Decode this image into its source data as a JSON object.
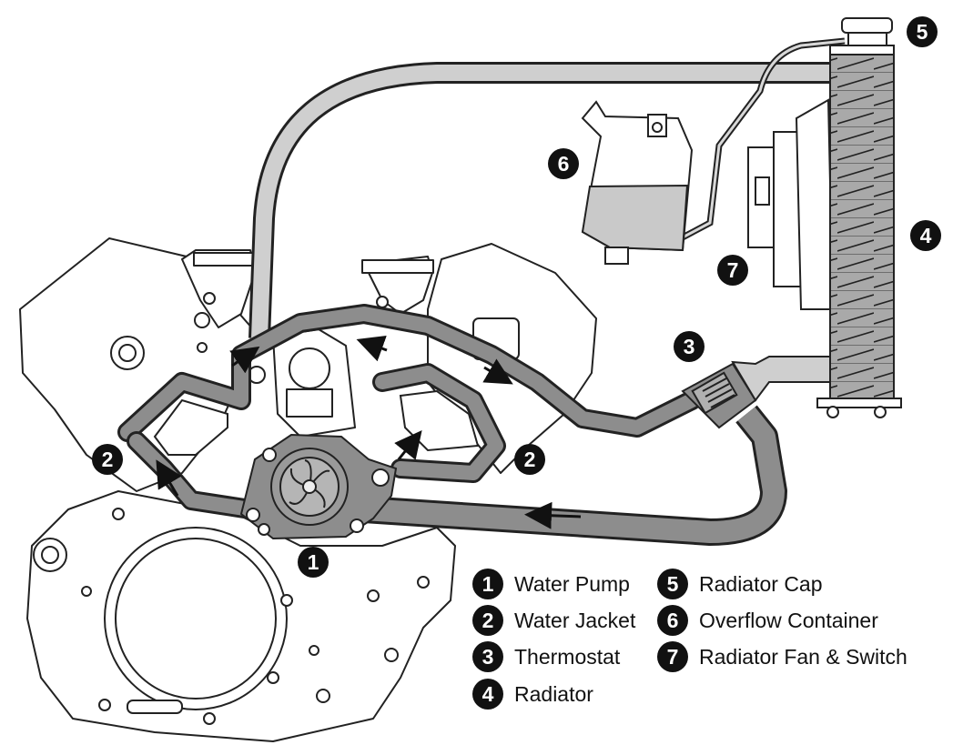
{
  "callouts": [
    {
      "number": "1"
    },
    {
      "number": "2"
    },
    {
      "number": "2"
    },
    {
      "number": "3"
    },
    {
      "number": "4"
    },
    {
      "number": "5"
    },
    {
      "number": "6"
    },
    {
      "number": "7"
    }
  ],
  "legend": [
    {
      "number": "1",
      "label": "Water Pump"
    },
    {
      "number": "2",
      "label": "Water Jacket"
    },
    {
      "number": "3",
      "label": "Thermostat"
    },
    {
      "number": "4",
      "label": "Radiator"
    },
    {
      "number": "5",
      "label": "Radiator Cap"
    },
    {
      "number": "6",
      "label": "Overflow Container"
    },
    {
      "number": "7",
      "label": "Radiator Fan & Switch"
    }
  ],
  "colors": {
    "hose_fill": "#8d8d8d",
    "hose_light": "#cfcfcf",
    "outline": "#222222",
    "badge": "#111111",
    "coolant": "#c9c9c9"
  }
}
